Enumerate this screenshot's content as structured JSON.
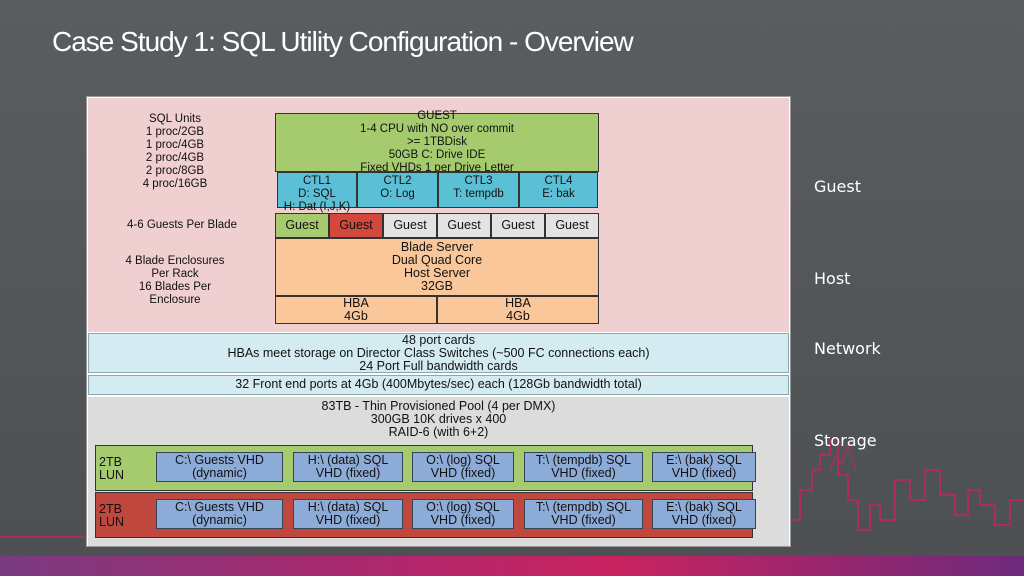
{
  "slide": {
    "title": "Case Study 1: SQL Utility Configuration - Overview",
    "side_labels": [
      "Guest",
      "Host",
      "Network",
      "Storage"
    ]
  },
  "diagram": {
    "left_labels": {
      "sql_units": [
        "SQL Units",
        "1 proc/2GB",
        "1 proc/4GB",
        "2 proc/4GB",
        "2 proc/8GB",
        "4 proc/16GB"
      ],
      "guests_per_blade": "4-6 Guests Per Blade",
      "enclosures": [
        "4 Blade Enclosures",
        "Per Rack",
        "16 Blades Per",
        "Enclosure"
      ]
    },
    "guest_box": [
      "GUEST",
      "1-4 CPU with NO over commit",
      ">= 1TBDisk",
      "50GB C: Drive IDE",
      "Fixed VHDs 1 per Drive Letter"
    ],
    "controllers": [
      {
        "lines": [
          "CTL1",
          "D: SQL",
          "H: Dat (I,J,K)"
        ]
      },
      {
        "lines": [
          "CTL2",
          "O: Log"
        ]
      },
      {
        "lines": [
          "CTL3",
          "T: tempdb"
        ]
      },
      {
        "lines": [
          "CTL4",
          "E: bak"
        ]
      }
    ],
    "guests": [
      {
        "label": "Guest",
        "state": "green"
      },
      {
        "label": "Guest",
        "state": "red"
      },
      {
        "label": "Guest",
        "state": "grey"
      },
      {
        "label": "Guest",
        "state": "grey"
      },
      {
        "label": "Guest",
        "state": "grey"
      },
      {
        "label": "Guest",
        "state": "grey"
      }
    ],
    "blade_server": [
      "Blade Server",
      "Dual Quad Core",
      "Host Server",
      "32GB"
    ],
    "hbas": [
      {
        "lines": [
          "HBA",
          "4Gb"
        ]
      },
      {
        "lines": [
          "HBA",
          "4Gb"
        ]
      }
    ],
    "network": [
      "48 port cards",
      "HBAs meet storage on Director Class Switches (~500 FC connections each)",
      "24 Port Full bandwidth cards"
    ],
    "frontend": "32 Front end ports at 4Gb (400Mbytes/sec) each (128Gb bandwidth total)",
    "storage": [
      "83TB - Thin Provisioned Pool (4 per DMX)",
      "300GB 10K drives x 400",
      "RAID-6 (with 6+2)"
    ],
    "luns": [
      {
        "label": [
          "2TB",
          "LUN"
        ],
        "color": "#a6cb6f",
        "vhds": [
          [
            "C:\\ Guests VHD",
            "(dynamic)"
          ],
          [
            "H:\\ (data) SQL",
            "VHD (fixed)"
          ],
          [
            "O:\\ (log) SQL",
            "VHD (fixed)"
          ],
          [
            "T:\\ (tempdb) SQL",
            "VHD (fixed)"
          ],
          [
            "E:\\ (bak) SQL",
            "VHD (fixed)"
          ]
        ]
      },
      {
        "label": [
          "2TB",
          "LUN"
        ],
        "color": "#c0473d",
        "vhds": [
          [
            "C:\\ Guests VHD",
            "(dynamic)"
          ],
          [
            "H:\\ (data) SQL",
            "VHD (fixed)"
          ],
          [
            "O:\\ (log) SQL",
            "VHD (fixed)"
          ],
          [
            "T:\\ (tempdb) SQL",
            "VHD (fixed)"
          ],
          [
            "E:\\ (bak) SQL",
            "VHD (fixed)"
          ]
        ]
      }
    ]
  }
}
